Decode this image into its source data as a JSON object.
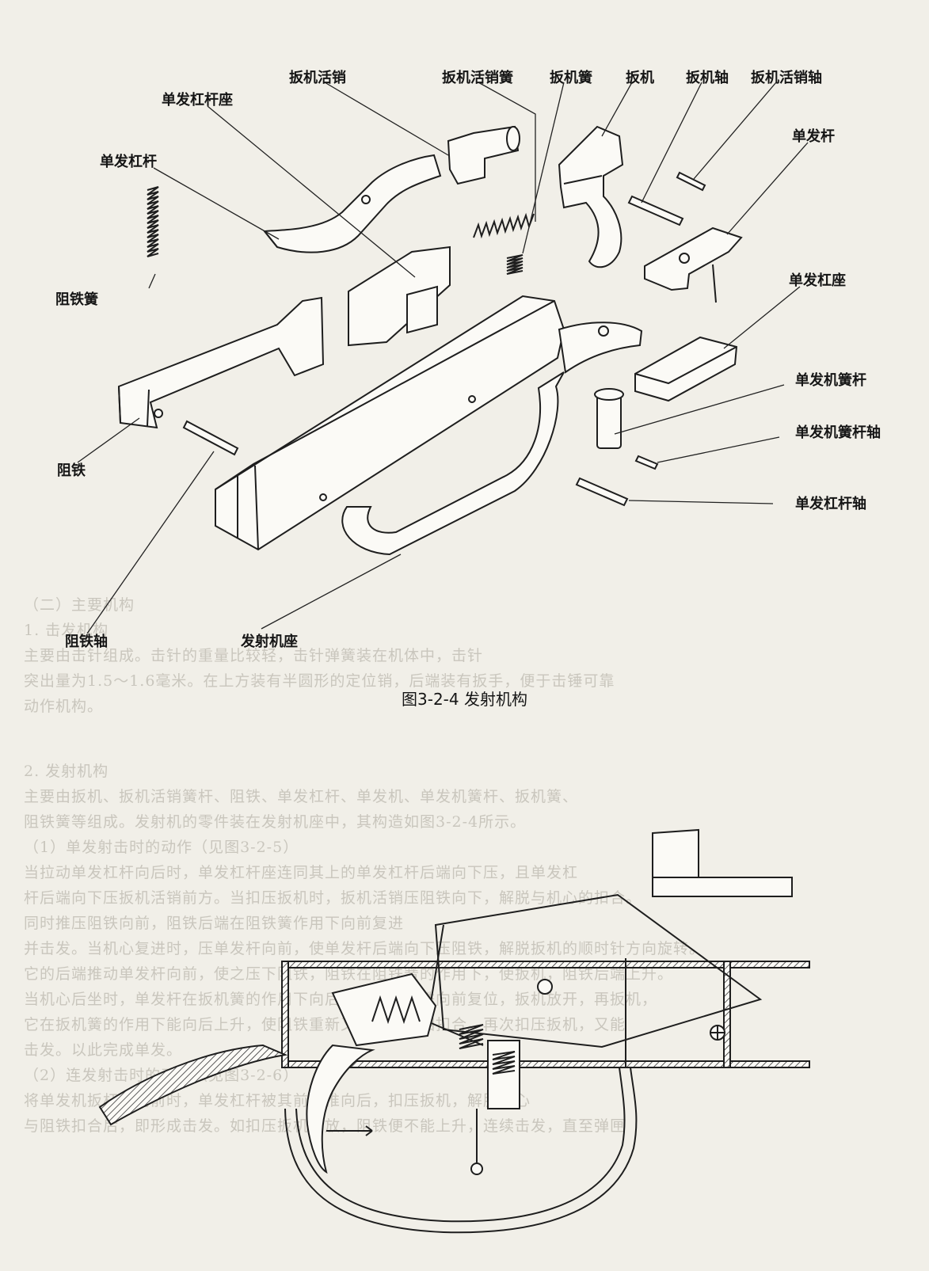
{
  "figure": {
    "caption": "图3-2-4    发射机构",
    "labels": {
      "trigger_lock_pin": "扳机活销",
      "trigger_lock_pin_spring": "扳机活销簧",
      "trigger_spring": "扳机簧",
      "trigger": "扳机",
      "trigger_axle": "扳机轴",
      "trigger_lock_pin_axle": "扳机活销轴",
      "single_lever_seat": "单发杠杆座",
      "single_lever": "单发杠杆",
      "single_rod": "单发杆",
      "stop_iron_spring": "阻铁簧",
      "single_lever_seat_right": "单发杠座",
      "single_spring_rod": "单发机簧杆",
      "single_spring_rod_axle": "单发机簧杆轴",
      "stop_iron": "阻铁",
      "single_lever_axle": "单发杠杆轴",
      "stop_iron_axle": "阻铁轴",
      "firing_housing": "发射机座"
    }
  },
  "bleed_through": {
    "top_lines": [
      "（二）主要机构",
      "1. 击发机构",
      "主要由击针组成。击针的重量比较轻，击针弹簧装在机体中，击针",
      "突出量为1.5～1.6毫米。在上方装有半圆形的定位销，后端装有扳手，便于击锤可靠",
      "动作机构。"
    ],
    "bottom_lines": [
      "2. 发射机构",
      "主要由扳机、扳机活销簧杆、阻铁、单发杠杆、单发机、单发机簧杆、扳机簧、",
      "阻铁簧等组成。发射机的零件装在发射机座中，其构造如图3-2-4所示。",
      "（1）单发射击时的动作（见图3-2-5）",
      "当拉动单发杠杆向后时，单发杠杆座连同其上的单发杠杆后端向下压，且单发杠",
      "杆后端向下压扳机活销前方。当扣压扳机时，扳机活销压阻铁向下，解脱与机心的扣合。",
      "同时推压阻铁向前，阻铁后端在阻铁簧作用下向前复进",
      "并击发。当机心复进时，压单发杆向前，使单发杆后端向下压阻铁，解脱扳机的顺时针方向旋转。",
      "它的后端推动单发杆向前，使之压下阻铁，阻铁在阻铁簧的作用下，使扳机，阻铁后端上升。",
      "当机心后坐时，单发杆在扳机簧的作用下向后复位，使阻铁向前复位，扳机放开，再扳机，",
      "它在扳机簧的作用下能向后上升，使阻铁重新又能与机心相扣合。再次扣压扳机，又能",
      "击发。以此完成单发。",
      "（2）连发射击时的动作（见图3-2-6）",
      "将单发机扳杆推向前时，单发杠杆被其前端推向后，扣压扳机，解脱机心",
      "与阻铁扣合后，即形成击发。如扣压扳机不放，阻铁便不能上升，连续击发，直至弹匣"
    ]
  }
}
